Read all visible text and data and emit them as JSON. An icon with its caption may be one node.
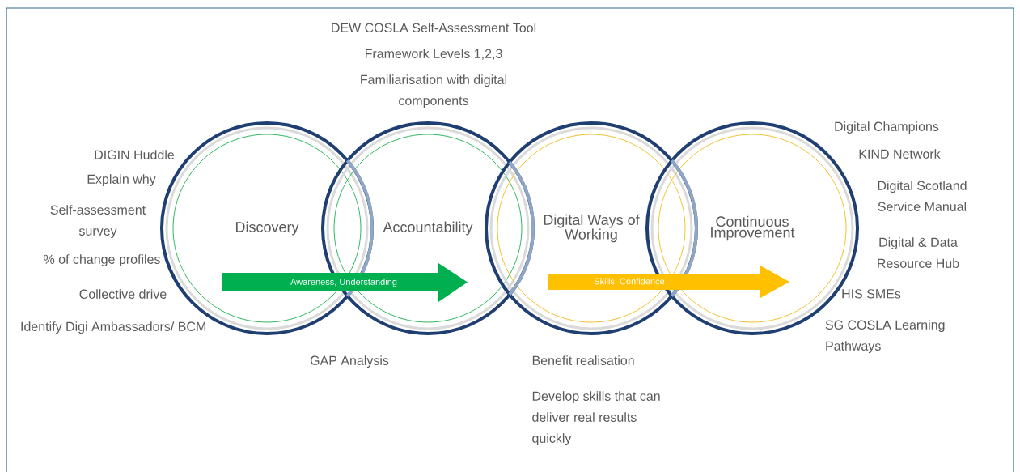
{
  "diagram": {
    "nodes": [
      {
        "text": [
          "Discovery"
        ]
      },
      {
        "text": [
          "Accountability"
        ]
      },
      {
        "text": [
          "Digital Ways of Working"
        ]
      },
      {
        "text": [
          "Continuous Improvement"
        ]
      }
    ],
    "labels": [
      "DEW COSLA Self-Assessment Tool",
      "Framework Levels 1,2,3",
      "Familiarisation with digital components",
      "DIGIN Huddle",
      "Explain why",
      "Self-assessment survey",
      "% of change profiles",
      "Collective drive",
      "Identify Digi Ambassadors/ BCM",
      "GAP Analysis",
      "Benefit realisation",
      "Develop skills that can deliver real results quickly",
      "Digital Champions",
      "KIND Network",
      "Digital Scotland Service Manual",
      "Digital & Data Resource Hub",
      "HIS SMEs",
      "SG COSLA Learning Pathways",
      "Awareness, Understanding",
      "Skills, Confidence"
    ]
  }
}
